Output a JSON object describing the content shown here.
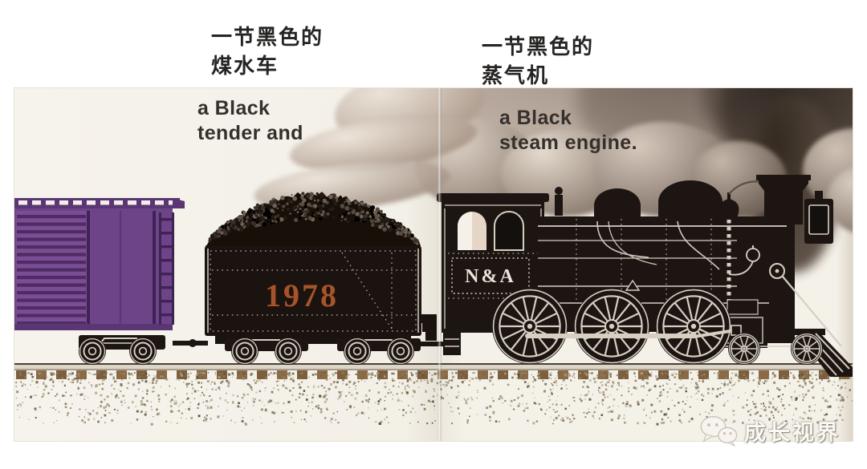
{
  "annotations": {
    "tender": {
      "line1": "一节黑色的",
      "line2": "煤水车"
    },
    "engine": {
      "line1": "一节黑色的",
      "line2": "蒸气机"
    }
  },
  "captions": {
    "left": {
      "line1": "a Black",
      "line2": "tender and"
    },
    "right": {
      "line1": "a Black",
      "line2": "steam engine."
    }
  },
  "illustration": {
    "tender_number": "1978",
    "engine_marking": "N&A"
  },
  "watermark": {
    "text": "成长视界",
    "icon": "wechat-icon"
  },
  "colors": {
    "boxcar_purple": "#6e4488",
    "boxcar_slat_dark": "#4e2c63",
    "train_black": "#1d1512",
    "line_white": "#d6cfc2",
    "tender_number_orange": "#a8542a",
    "page_cream": "#f4f1e9",
    "tie_brown": "#8a6b46",
    "smoke_dark": "#352c26",
    "smoke_light": "#e8dfd4"
  }
}
